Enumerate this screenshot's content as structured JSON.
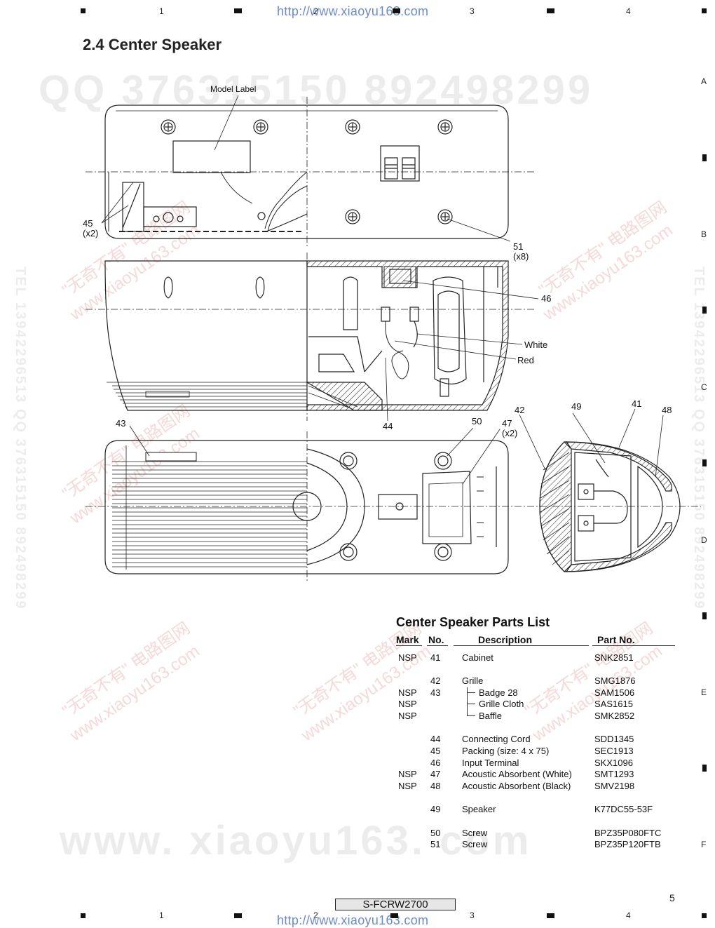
{
  "header": {
    "url": "http://www.xiaoyu163.com",
    "columns": [
      "1",
      "2",
      "3",
      "4"
    ]
  },
  "footer": {
    "url": "http://www.xiaoyu163.com",
    "columns": [
      "1",
      "2",
      "3",
      "4"
    ],
    "model": "S-FCRW2700",
    "page_number": "5"
  },
  "rows": [
    "A",
    "B",
    "C",
    "D",
    "E",
    "F"
  ],
  "section_title": "2.4 Center Speaker",
  "watermarks": {
    "qq": "QQ 376315150  892498299",
    "site": "www. xiaoyu163. com",
    "tel": "TEL 13942296513  QQ 376315150  892498299",
    "cn1": "\"无奇不有\" 电路图网",
    "cn2": "www.xiaoyu163.com"
  },
  "diagram": {
    "model_label": "Model Label",
    "callouts": {
      "c45": "45",
      "c45q": "(x2)",
      "c51": "51",
      "c51q": "(x8)",
      "c46": "46",
      "white": "White",
      "red": "Red",
      "c43": "43",
      "c44": "44",
      "c50": "50",
      "c47": "47",
      "c47q": "(x2)",
      "c42": "42",
      "c49": "49",
      "c41": "41",
      "c48": "48"
    }
  },
  "parts_list": {
    "title": "Center Speaker Parts List",
    "headers": {
      "mark": "Mark",
      "no": "No.",
      "description": "Description",
      "part_no": "Part No."
    },
    "rows": [
      {
        "mark": "NSP",
        "no": "41",
        "desc": "Cabinet",
        "part": "SNK2851",
        "indent": false
      },
      {
        "mark": "",
        "no": "42",
        "desc": "Grille",
        "part": "SMG1876",
        "indent": false
      },
      {
        "mark": "NSP",
        "no": "43",
        "desc": "Badge 28",
        "part": "SAM1506",
        "indent": true
      },
      {
        "mark": "NSP",
        "no": "",
        "desc": "Grille Cloth",
        "part": "SAS1615",
        "indent": true
      },
      {
        "mark": "NSP",
        "no": "",
        "desc": "Baffle",
        "part": "SMK2852",
        "indent": true
      },
      {
        "mark": "",
        "no": "44",
        "desc": "Connecting Cord",
        "part": "SDD1345",
        "indent": false
      },
      {
        "mark": "",
        "no": "45",
        "desc": "Packing (size: 4 x 75)",
        "part": "SEC1913",
        "indent": false
      },
      {
        "mark": "",
        "no": "46",
        "desc": "Input Terminal",
        "part": "SKX1096",
        "indent": false
      },
      {
        "mark": "NSP",
        "no": "47",
        "desc": "Acoustic Absorbent (White)",
        "part": "SMT1293",
        "indent": false
      },
      {
        "mark": "NSP",
        "no": "48",
        "desc": "Acoustic Absorbent (Black)",
        "part": "SMV2198",
        "indent": false
      },
      {
        "mark": "",
        "no": "49",
        "desc": "Speaker",
        "part": "K77DC55-53F",
        "indent": false
      },
      {
        "mark": "",
        "no": "50",
        "desc": "Screw",
        "part": "BPZ35P080FTC",
        "indent": false
      },
      {
        "mark": "",
        "no": "51",
        "desc": "Screw",
        "part": "BPZ35P120FTB",
        "indent": false
      }
    ]
  }
}
